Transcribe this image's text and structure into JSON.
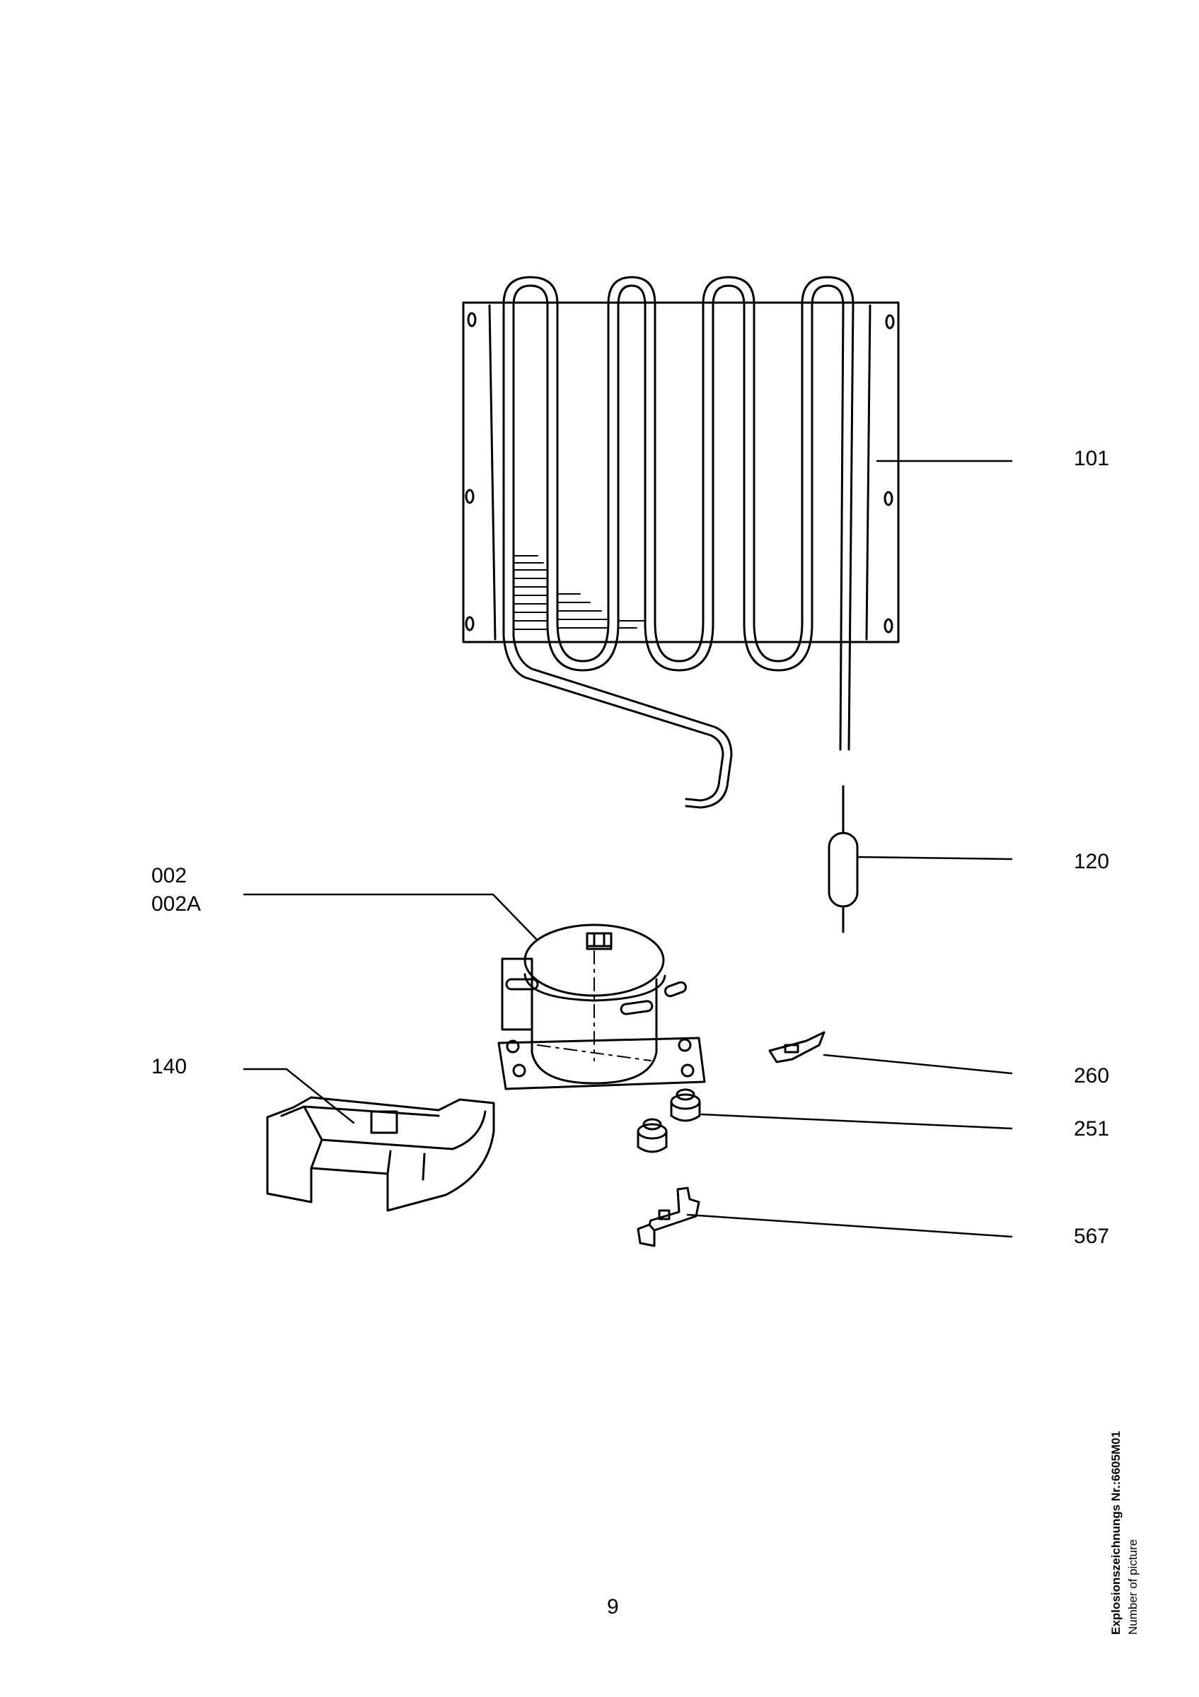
{
  "callouts": {
    "c101": "101",
    "c120": "120",
    "c002": "002",
    "c002a": "002A",
    "c140": "140",
    "c260": "260",
    "c251": "251",
    "c567": "567"
  },
  "footer": {
    "page_number": "9",
    "drawing_number": "Explosionszeichnungs Nr.:6605M01",
    "caption": "Number of picture"
  },
  "parts": {
    "condenser": "condenser-icon",
    "dryer_filter": "dryer-filter-icon",
    "compressor": "compressor-icon",
    "drip_tray": "drip-tray-icon",
    "clip": "clip-icon",
    "grommets": "grommet-icon",
    "bracket": "bracket-icon"
  }
}
